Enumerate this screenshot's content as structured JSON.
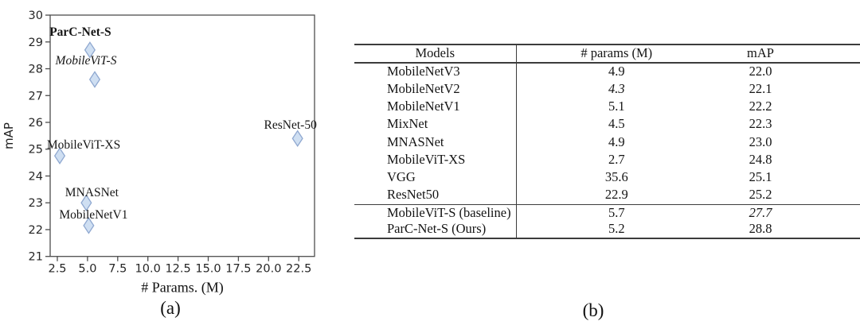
{
  "figure": {
    "caption_a": "(a)",
    "caption_b": "(b)"
  },
  "chart_data": {
    "type": "scatter",
    "title": "",
    "xlabel": "# Params. (M)",
    "ylabel": "mAP",
    "xlim": [
      1.9,
      23.8
    ],
    "ylim": [
      21,
      30
    ],
    "x_ticks": [
      "2.5",
      "5.0",
      "7.5",
      "10.0",
      "12.5",
      "15.0",
      "17.5",
      "20.0",
      "22.5"
    ],
    "y_ticks": [
      "21",
      "22",
      "23",
      "24",
      "25",
      "26",
      "27",
      "28",
      "29",
      "30"
    ],
    "grid": false,
    "legend": "none",
    "marker_shape": "thin-diamond",
    "marker_fill": "#cfdff2",
    "marker_stroke": "#8fa8d0",
    "points": [
      {
        "label": "ParC-Net-S",
        "x": 5.2,
        "y": 28.7,
        "label_style": "bold",
        "label_dx": -12,
        "label_dy": -23
      },
      {
        "label": "MobileViT-S",
        "x": 5.6,
        "y": 27.6,
        "label_style": "italic",
        "label_dx": -11,
        "label_dy": -24
      },
      {
        "label": "MobileViT-XS",
        "x": 2.7,
        "y": 24.75,
        "label_style": "normal",
        "label_dx": 30,
        "label_dy": -14
      },
      {
        "label": "ResNet-50",
        "x": 22.4,
        "y": 25.4,
        "label_style": "normal",
        "label_dx": -9,
        "label_dy": -17
      },
      {
        "label": "MNASNet",
        "x": 4.9,
        "y": 23.0,
        "label_style": "normal",
        "label_dx": 7,
        "label_dy": -13
      },
      {
        "label": "MobileNetV1",
        "x": 5.1,
        "y": 22.15,
        "label_style": "normal",
        "label_dx": 6,
        "label_dy": -14
      }
    ]
  },
  "table": {
    "headers": [
      "Models",
      "# params (M)",
      "mAP"
    ],
    "rows": [
      {
        "model": "MobileNetV3",
        "params": "4.9",
        "map": "22.0",
        "params_style": "normal",
        "map_style": "normal",
        "group": "main"
      },
      {
        "model": "MobileNetV2",
        "params": "4.3",
        "map": "22.1",
        "params_style": "italic",
        "map_style": "normal",
        "group": "main"
      },
      {
        "model": "MobileNetV1",
        "params": "5.1",
        "map": "22.2",
        "params_style": "normal",
        "map_style": "normal",
        "group": "main"
      },
      {
        "model": "MixNet",
        "params": "4.5",
        "map": "22.3",
        "params_style": "normal",
        "map_style": "normal",
        "group": "main"
      },
      {
        "model": "MNASNet",
        "params": "4.9",
        "map": "23.0",
        "params_style": "normal",
        "map_style": "normal",
        "group": "main"
      },
      {
        "model": "MobileViT-XS",
        "params": "2.7",
        "map": "24.8",
        "params_style": "bold",
        "map_style": "normal",
        "group": "main"
      },
      {
        "model": "VGG",
        "params": "35.6",
        "map": "25.1",
        "params_style": "normal",
        "map_style": "normal",
        "group": "main"
      },
      {
        "model": "ResNet50",
        "params": "22.9",
        "map": "25.2",
        "params_style": "normal",
        "map_style": "normal",
        "group": "main"
      },
      {
        "model": "MobileViT-S (baseline)",
        "params": "5.7",
        "map": "27.7",
        "params_style": "normal",
        "map_style": "italic",
        "group": "highlight"
      },
      {
        "model": "ParC-Net-S (Ours)",
        "params": "5.2",
        "map": "28.8",
        "params_style": "normal",
        "map_style": "bold",
        "group": "highlight"
      }
    ]
  }
}
